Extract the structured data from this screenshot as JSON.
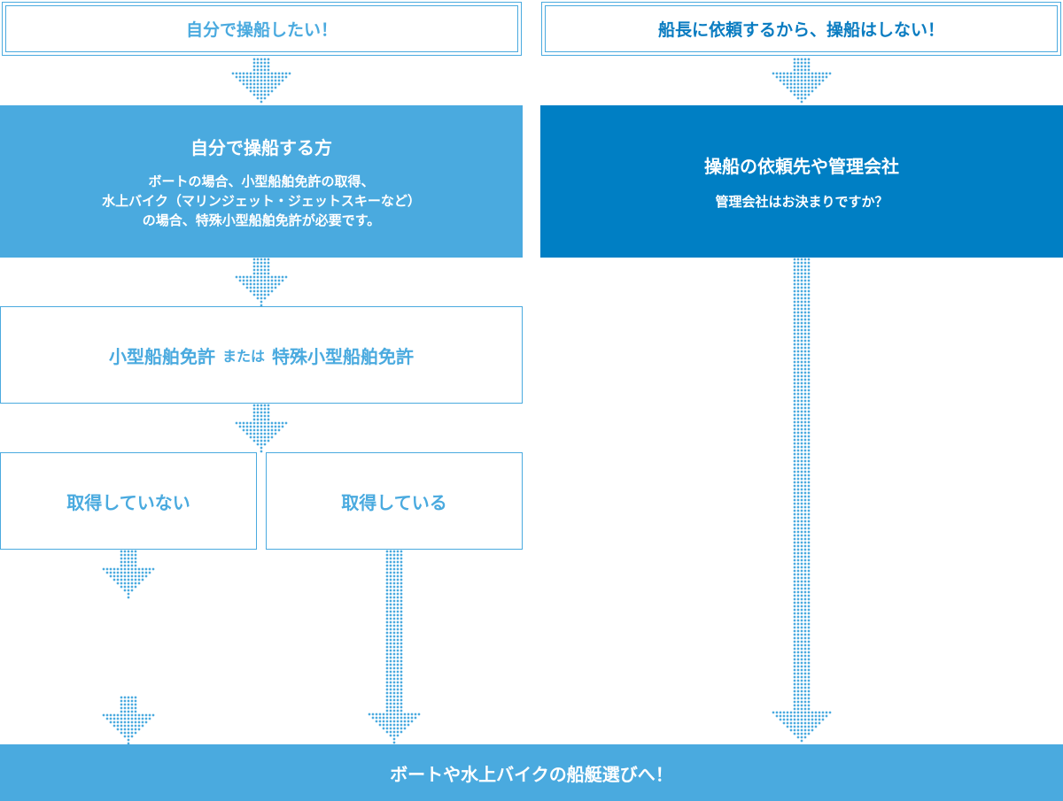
{
  "colors": {
    "light_blue": "#4aaadf",
    "dark_blue": "#007fc4",
    "dark_text": "#0a7cc1",
    "white": "#ffffff"
  },
  "left_header": "自分で操船したい！",
  "right_header": "船長に依頼するから、操船はしない！",
  "self_operate": {
    "title": "自分で操船する方",
    "line1": "ボートの場合、小型船舶免許の取得、",
    "line2": "水上バイク（マリンジェット・ジェットスキーなど）",
    "line3": "の場合、特殊小型船舶免許が必要です。"
  },
  "request": {
    "title": "操船の依頼先や管理会社",
    "subtitle": "管理会社はお決まりですか？"
  },
  "license": {
    "part1": "小型船舶免許",
    "conj": "または",
    "part2": "特殊小型船舶免許"
  },
  "not_obtained": "取得していない",
  "obtained": "取得している",
  "footer": "ボートや水上バイクの船艇選びへ！"
}
